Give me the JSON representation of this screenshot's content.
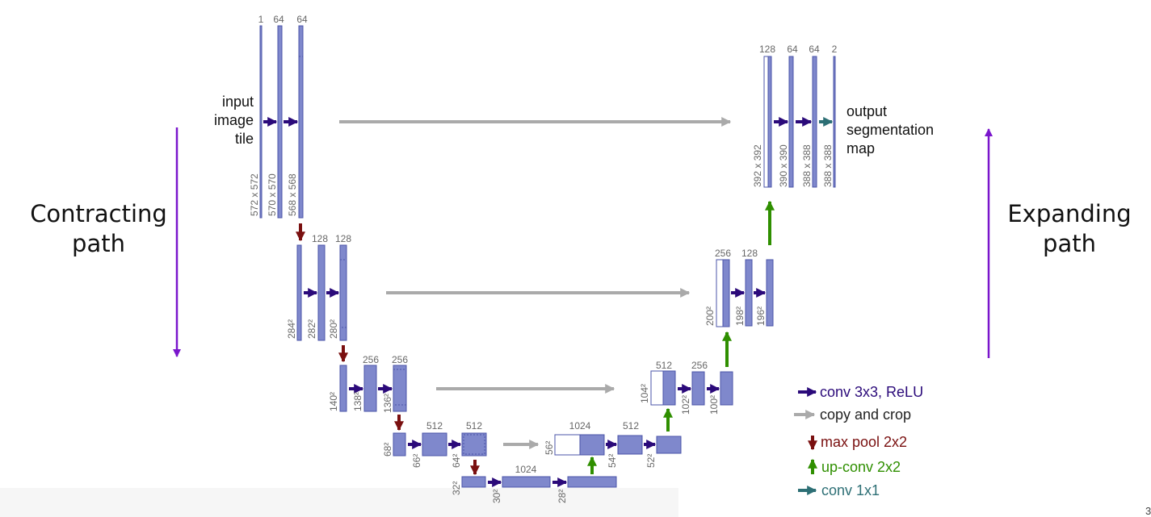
{
  "side_labels": {
    "contracting": [
      "Contracting",
      "path"
    ],
    "expanding": [
      "Expanding",
      "path"
    ]
  },
  "input_label": [
    "input",
    "image",
    "tile"
  ],
  "output_label": [
    "output",
    "segmentation",
    "map"
  ],
  "level1": {
    "channels": [
      "1",
      "64",
      "64"
    ],
    "dims": [
      "572 x 572",
      "570 x 570",
      "568 x 568"
    ]
  },
  "level2": {
    "channels": [
      "128",
      "128"
    ],
    "dims": [
      "284²",
      "282²",
      "280²"
    ]
  },
  "level3": {
    "channels": [
      "256",
      "256"
    ],
    "dims": [
      "140²",
      "138²",
      "136²"
    ]
  },
  "level4": {
    "channels": [
      "512",
      "512"
    ],
    "dims": [
      "68²",
      "66²",
      "64²"
    ]
  },
  "bottom": {
    "channels": [
      "1024"
    ],
    "dims": [
      "32²",
      "30²",
      "28²"
    ]
  },
  "up4": {
    "channels": [
      "1024",
      "512"
    ],
    "dims": [
      "56²",
      "54²",
      "52²"
    ]
  },
  "up3": {
    "channels": [
      "512",
      "256"
    ],
    "dims": [
      "104²",
      "102²",
      "100²"
    ]
  },
  "up2": {
    "channels": [
      "256",
      "128"
    ],
    "dims": [
      "200²",
      "198²",
      "196²"
    ]
  },
  "up1": {
    "channels": [
      "128",
      "64",
      "64",
      "2"
    ],
    "dims": [
      "392 x 392",
      "390 x 390",
      "388 x 388",
      "388 x 388"
    ]
  },
  "legend": [
    {
      "label": "conv 3x3, ReLU",
      "color": "#2b0a7a"
    },
    {
      "label": "copy and crop",
      "color": "#222222"
    },
    {
      "label": "max pool 2x2",
      "color": "#7a1010"
    },
    {
      "label": "up-conv 2x2",
      "color": "#2f8f00"
    },
    {
      "label": "conv 1x1",
      "color": "#2d6f75"
    }
  ],
  "colors": {
    "block": "#7f88cc",
    "block_stroke": "#4b54a8",
    "conv_arrow": "#2b0a7a",
    "copy_arrow": "#aaaaaa",
    "pool_arrow": "#7a1010",
    "upconv_arrow": "#2f8f00",
    "conv1x1_arrow": "#2d6f75",
    "side_arrow": "#7a16cc"
  },
  "page_number": "3"
}
